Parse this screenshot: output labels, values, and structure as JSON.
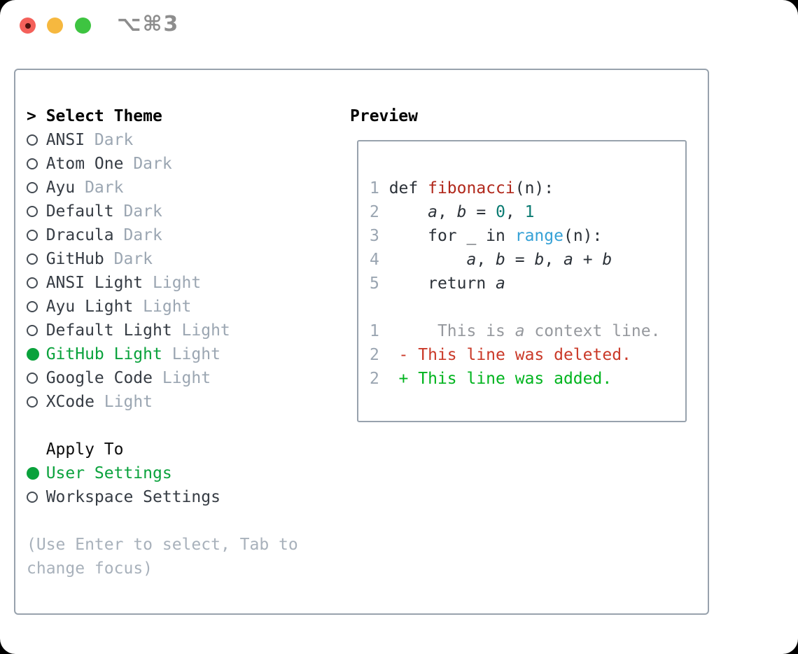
{
  "titlebar": {
    "shortcut": "⌥⌘3"
  },
  "colors": {
    "selection-green": "#0aa23c",
    "added-green": "#00b41e",
    "deleted-red": "#ca3928",
    "function-red": "#b1281b",
    "number-teal": "#0b7b72",
    "builtin-blue": "#35a1d6",
    "plain-dark": "#2b3138",
    "muted-gray": "#9ba6b2",
    "hint-gray": "#a8b1bb",
    "context-gray": "#96999e",
    "gutter-gray": "#9aa5b1",
    "border-gray": "#98a2ad",
    "titlebar-gray": "#8d8d8d",
    "light-red": "#f4605a",
    "light-yellow": "#f6b83f",
    "light-green": "#3ec441"
  },
  "menu": {
    "rows": [
      {
        "type": "header",
        "name": "select-theme-header",
        "marker": ">",
        "label": "Select Theme"
      },
      {
        "type": "theme",
        "name": "theme-option-ansi-dark",
        "label": "ANSI",
        "variant": "Dark",
        "selected": false
      },
      {
        "type": "theme",
        "name": "theme-option-atom-one-dark",
        "label": "Atom One",
        "variant": "Dark",
        "selected": false
      },
      {
        "type": "theme",
        "name": "theme-option-ayu-dark",
        "label": "Ayu",
        "variant": "Dark",
        "selected": false
      },
      {
        "type": "theme",
        "name": "theme-option-default-dark",
        "label": "Default",
        "variant": "Dark",
        "selected": false
      },
      {
        "type": "theme",
        "name": "theme-option-dracula-dark",
        "label": "Dracula",
        "variant": "Dark",
        "selected": false
      },
      {
        "type": "theme",
        "name": "theme-option-github-dark",
        "label": "GitHub",
        "variant": "Dark",
        "selected": false
      },
      {
        "type": "theme",
        "name": "theme-option-ansi-light",
        "label": "ANSI Light",
        "variant": "Light",
        "selected": false
      },
      {
        "type": "theme",
        "name": "theme-option-ayu-light",
        "label": "Ayu Light",
        "variant": "Light",
        "selected": false
      },
      {
        "type": "theme",
        "name": "theme-option-default-light",
        "label": "Default Light",
        "variant": "Light",
        "selected": false
      },
      {
        "type": "theme",
        "name": "theme-option-github-light",
        "label": "GitHub Light",
        "variant": "Light",
        "selected": true
      },
      {
        "type": "theme",
        "name": "theme-option-google-code",
        "label": "Google Code",
        "variant": "Light",
        "selected": false
      },
      {
        "type": "theme",
        "name": "theme-option-xcode",
        "label": "XCode",
        "variant": "Light",
        "selected": false
      },
      {
        "type": "blank",
        "name": "spacer"
      },
      {
        "type": "subheader",
        "name": "apply-to-header",
        "label": "Apply To"
      },
      {
        "type": "option",
        "name": "apply-option-user-settings",
        "label": "User Settings",
        "selected": true
      },
      {
        "type": "option",
        "name": "apply-option-workspace-settings",
        "label": "Workspace Settings",
        "selected": false
      },
      {
        "type": "blank",
        "name": "spacer"
      },
      {
        "type": "hint",
        "name": "hint-line-1",
        "label": "(Use Enter to select, Tab to"
      },
      {
        "type": "hint",
        "name": "hint-line-2",
        "label": "change focus)"
      }
    ]
  },
  "preview": {
    "title": "Preview",
    "lines": [
      {
        "name": "code-line-1",
        "tokens": [
          [
            "g",
            "1 "
          ],
          [
            "p",
            "def "
          ],
          [
            "fn",
            "fibonacci"
          ],
          [
            "p",
            "(n):"
          ]
        ]
      },
      {
        "name": "code-line-2",
        "tokens": [
          [
            "g",
            "2 "
          ],
          [
            "p",
            "    "
          ],
          [
            "v",
            "a"
          ],
          [
            "p",
            ", "
          ],
          [
            "v",
            "b"
          ],
          [
            "p",
            " = "
          ],
          [
            "n",
            "0"
          ],
          [
            "p",
            ", "
          ],
          [
            "n",
            "1"
          ]
        ]
      },
      {
        "name": "code-line-3",
        "tokens": [
          [
            "g",
            "3 "
          ],
          [
            "p",
            "    for _ in "
          ],
          [
            "b",
            "range"
          ],
          [
            "p",
            "(n):"
          ]
        ]
      },
      {
        "name": "code-line-4",
        "tokens": [
          [
            "g",
            "4 "
          ],
          [
            "p",
            "        "
          ],
          [
            "v",
            "a"
          ],
          [
            "p",
            ", "
          ],
          [
            "v",
            "b"
          ],
          [
            "p",
            " = "
          ],
          [
            "v",
            "b"
          ],
          [
            "p",
            ", "
          ],
          [
            "v",
            "a"
          ],
          [
            "p",
            " + "
          ],
          [
            "v",
            "b"
          ]
        ]
      },
      {
        "name": "code-line-5",
        "tokens": [
          [
            "g",
            "5 "
          ],
          [
            "p",
            "    return "
          ],
          [
            "v",
            "a"
          ]
        ]
      },
      {
        "name": "blank-line",
        "tokens": []
      },
      {
        "name": "diff-context-line",
        "tokens": [
          [
            "g",
            "1 "
          ],
          [
            "ctx",
            "     This is "
          ],
          [
            "ctxv",
            "a"
          ],
          [
            "ctx",
            " context line."
          ]
        ]
      },
      {
        "name": "diff-deleted-line",
        "tokens": [
          [
            "g",
            "2 "
          ],
          [
            "del",
            " - This line was deleted."
          ]
        ]
      },
      {
        "name": "diff-added-line",
        "tokens": [
          [
            "g",
            "2 "
          ],
          [
            "add",
            " + This line was added."
          ]
        ]
      }
    ]
  }
}
